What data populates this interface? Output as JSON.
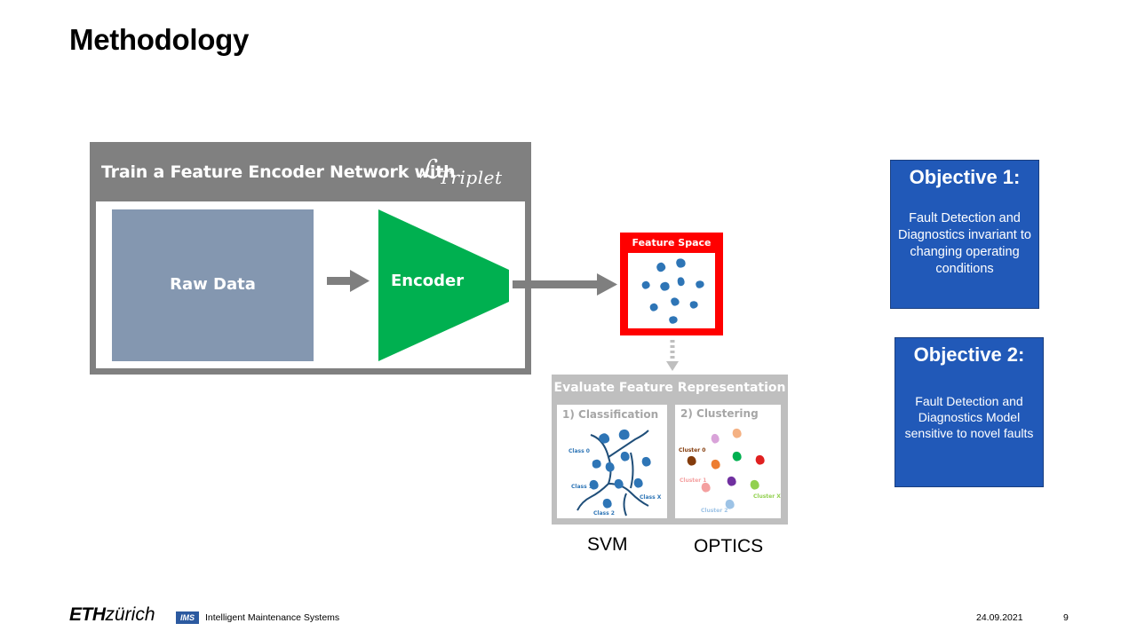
{
  "slide": {
    "title": "Methodology",
    "train_box": {
      "title": "Train a Feature Encoder Network with",
      "loss_symbol": "ℒ",
      "loss_subscript": "Triplet",
      "raw_data_label": "Raw Data",
      "encoder_label": "Encoder"
    },
    "feature_space": {
      "title": "Feature Space"
    },
    "evaluate_box": {
      "title": "Evaluate Feature Representation",
      "classification_label": "1) Classification",
      "clustering_label": "2) Clustering",
      "class_labels": [
        "Class 0",
        "Class 1",
        "Class 2",
        "Class X"
      ],
      "cluster_labels": [
        "Cluster 0",
        "Cluster 1",
        "Cluster 2",
        "Cluster X"
      ]
    },
    "methods": {
      "svm": "SVM",
      "optics": "OPTICS"
    },
    "objectives": [
      {
        "title": "Objective 1:",
        "text": "Fault Detection and Diagnostics invariant to changing operating conditions"
      },
      {
        "title": "Objective 2:",
        "text": "Fault Detection and Diagnostics Model sensitive to novel faults"
      }
    ],
    "footer": {
      "logo_eth": "ETH",
      "logo_zurich": "zürich",
      "ims_logo": "IMS",
      "group": "Intelligent Maintenance Systems",
      "date": "24.09.2021",
      "page": "9"
    },
    "colors": {
      "train_box": "#808080",
      "raw_data": "#8497b0",
      "encoder": "#00b050",
      "feature_space_border": "#ff0000",
      "evaluate_box": "#bfbfbf",
      "objective_fill": "#2159b8",
      "blob_blue": "#2e75b6"
    }
  }
}
